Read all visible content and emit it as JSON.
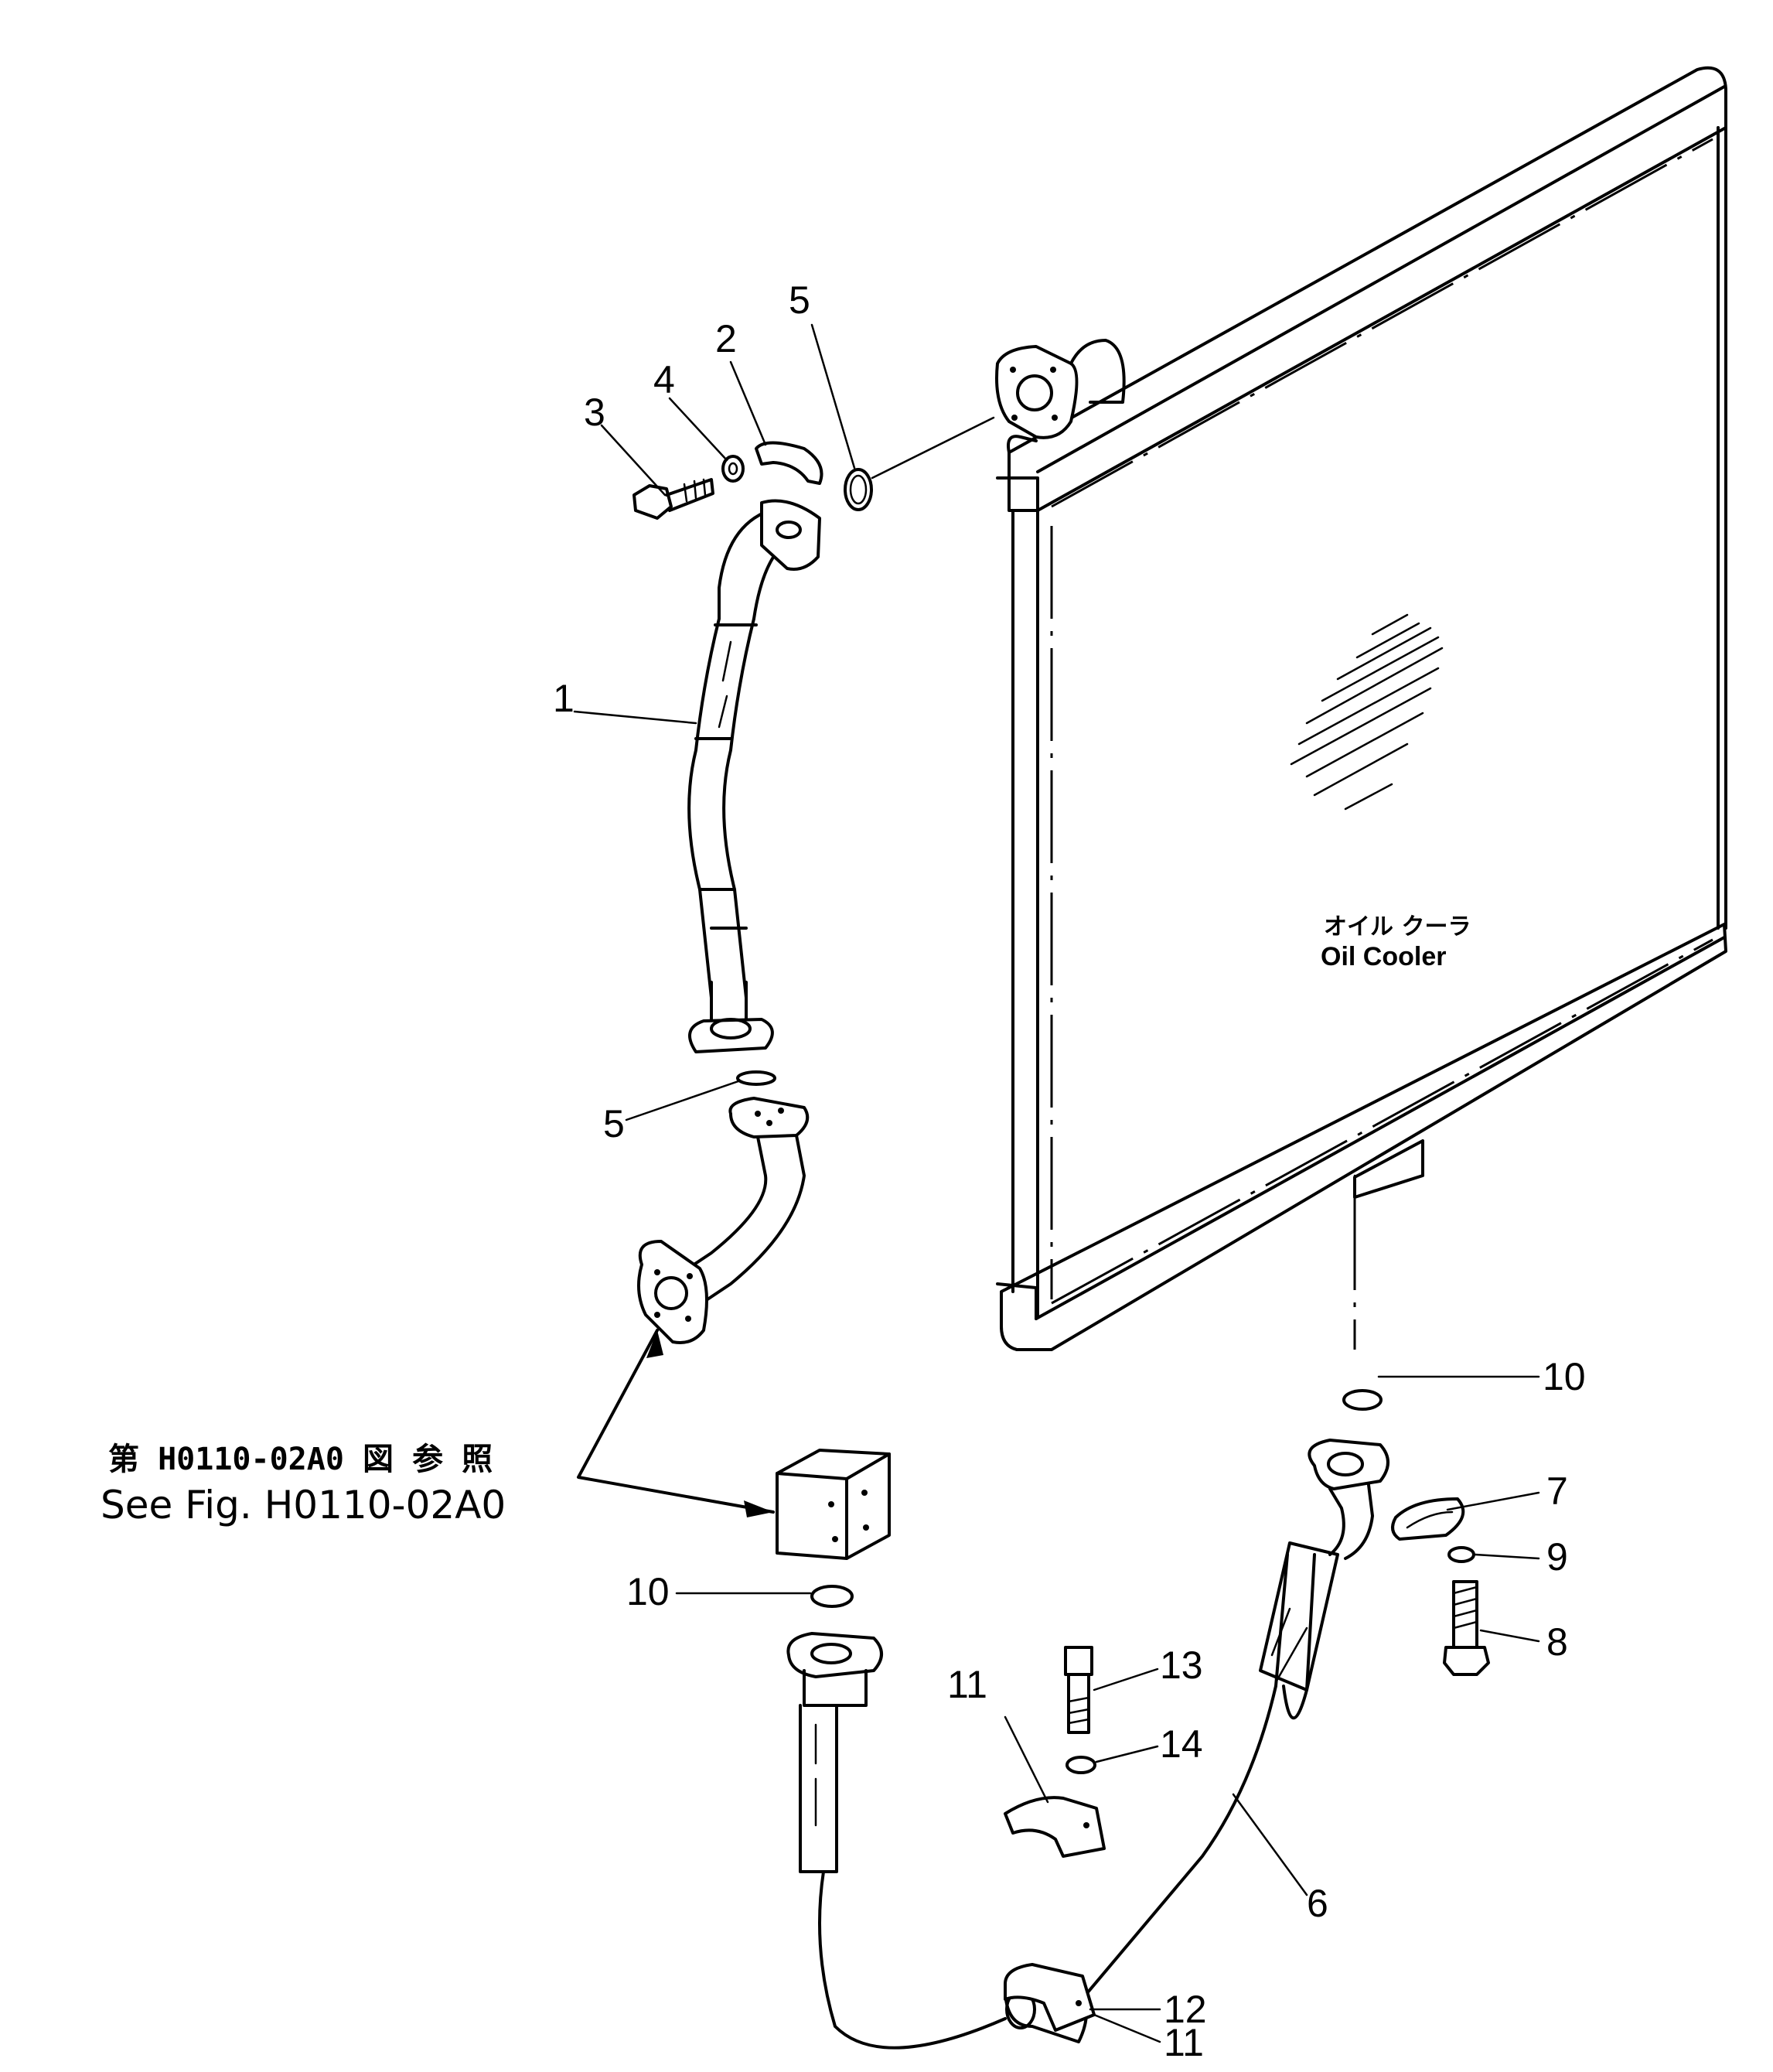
{
  "oil_cooler": {
    "label_jp": "オイル クーラ",
    "label_en": "Oil Cooler"
  },
  "reference": {
    "jp": "第 H0110-02A0 図 参 照",
    "en": "See Fig. H0110-02A0"
  },
  "callouts": {
    "c1": "1",
    "c2": "2",
    "c3": "3",
    "c4": "4",
    "c5a": "5",
    "c5b": "5",
    "c6": "6",
    "c7": "7",
    "c8": "8",
    "c9": "9",
    "c10a": "10",
    "c10b": "10",
    "c11a": "11",
    "c11b": "11",
    "c12": "12",
    "c13": "13",
    "c14": "14"
  }
}
